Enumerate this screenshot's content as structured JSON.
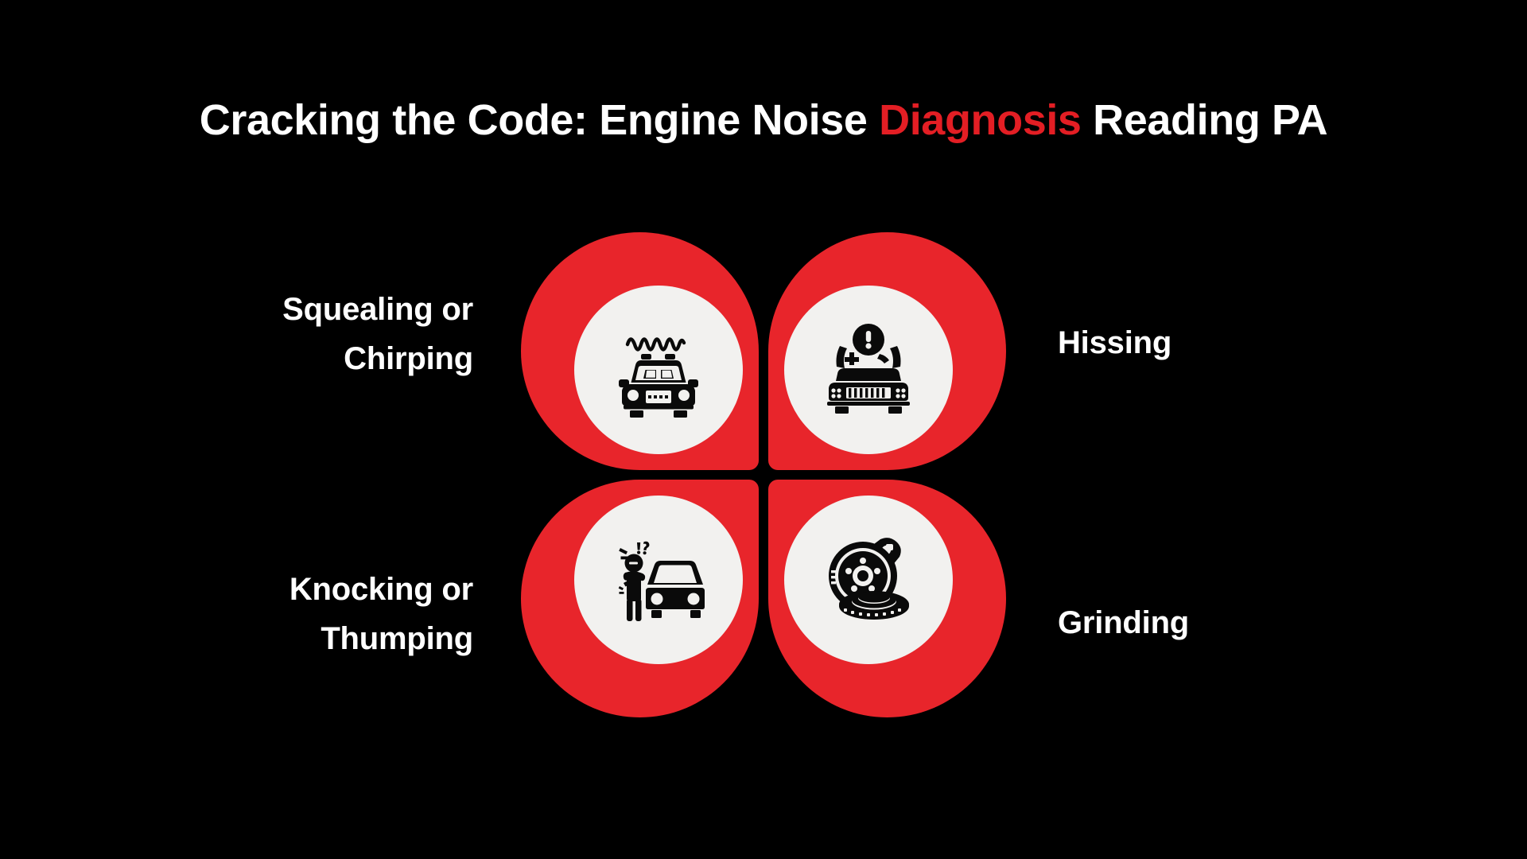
{
  "background_color": "#000000",
  "accent_color": "#E8252B",
  "title_accent_color": "#E31E24",
  "disc_color": "#F2F1EF",
  "text_color": "#FFFFFF",
  "header": {
    "title_part1": "Cracking the Code: Engine Noise ",
    "title_accent": "Diagnosis",
    "title_part2": " Reading PA",
    "title_full": "Cracking the Code: Engine Noise Diagnosis Reading PA"
  },
  "quadrants": [
    {
      "position": "top-left",
      "label_line1": "Squealing or",
      "label_line2": "Chirping",
      "label": "Squealing or Chirping",
      "icon": "car-front-sound-waves-icon",
      "label_side": "left"
    },
    {
      "position": "top-right",
      "label_line1": "Hissing",
      "label_line2": "",
      "label": "Hissing",
      "icon": "car-front-warning-alert-icon",
      "label_side": "right"
    },
    {
      "position": "bottom-left",
      "label_line1": "Knocking or",
      "label_line2": "Thumping",
      "label": "Knocking or Thumping",
      "icon": "confused-driver-car-icon",
      "label_side": "left"
    },
    {
      "position": "bottom-right",
      "label_line1": "Grinding",
      "label_line2": "",
      "label": "Grinding",
      "icon": "brake-rotor-caliper-icon",
      "label_side": "right"
    }
  ]
}
